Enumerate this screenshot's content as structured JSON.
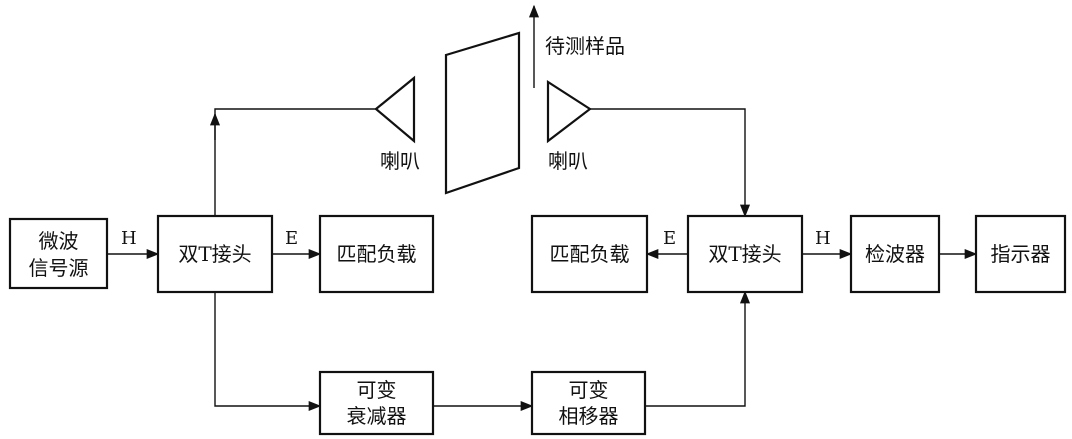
{
  "blocks": {
    "microwave_source": [
      "微波",
      "信号源"
    ],
    "tee_left": "双T接头",
    "matched_load_left": "匹配负载",
    "attenuator": [
      "可变",
      "衰减器"
    ],
    "phase_shifter": [
      "可变",
      "相移器"
    ],
    "matched_load_right": "匹配负载",
    "tee_right": "双T接头",
    "detector": "检波器",
    "indicator": "指示器"
  },
  "arm_labels": {
    "h_left": "H",
    "e_left": "E",
    "e_right": "E",
    "h_right": "H"
  },
  "horn_labels": {
    "left": "喇叭",
    "right": "喇叭"
  },
  "sample_label": "待测样品"
}
